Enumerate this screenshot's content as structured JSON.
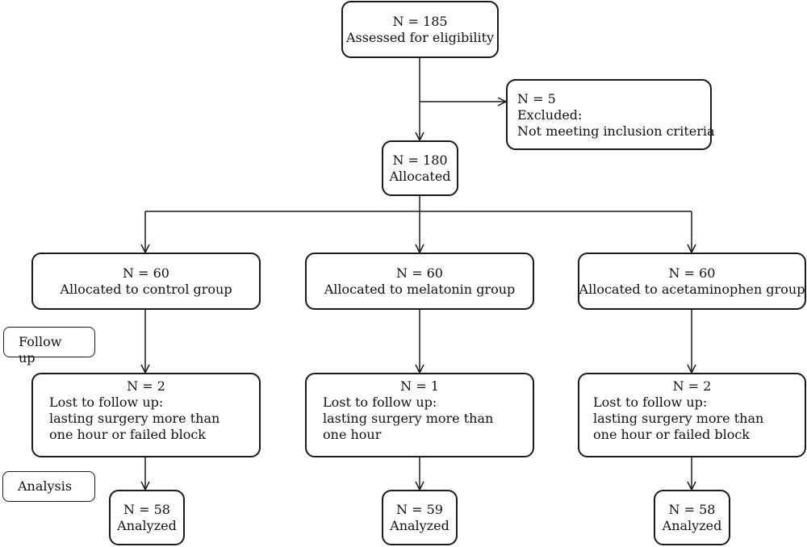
{
  "assessed": {
    "count": "N = 185",
    "label": "Assessed for eligibility"
  },
  "excluded": {
    "count": "N = 5",
    "title": "Excluded:",
    "reason": "Not meeting inclusion criteria"
  },
  "allocated": {
    "count": "N = 180",
    "label": "Allocated"
  },
  "arms": [
    {
      "alloc_count": "N = 60",
      "alloc_label": "Allocated to control group",
      "lost_count": "N = 2",
      "lost_title": "Lost to follow up:",
      "lost_lines": [
        "lasting surgery more than",
        "one hour or failed block"
      ],
      "analyzed_count": "N = 58",
      "analyzed_label": "Analyzed"
    },
    {
      "alloc_count": "N = 60",
      "alloc_label": "Allocated to melatonin group",
      "lost_count": "N = 1",
      "lost_title": "Lost to follow up:",
      "lost_lines": [
        "lasting surgery more than",
        "one hour"
      ],
      "analyzed_count": "N = 59",
      "analyzed_label": "Analyzed"
    },
    {
      "alloc_count": "N = 60",
      "alloc_label": "Allocated to acetaminophen group",
      "lost_count": "N = 2",
      "lost_title": "Lost to follow up:",
      "lost_lines": [
        "lasting surgery more than",
        "one hour or failed block"
      ],
      "analyzed_count": "N = 58",
      "analyzed_label": "Analyzed"
    }
  ],
  "stages": {
    "follow_up": "Follow up",
    "analysis": "Analysis"
  }
}
